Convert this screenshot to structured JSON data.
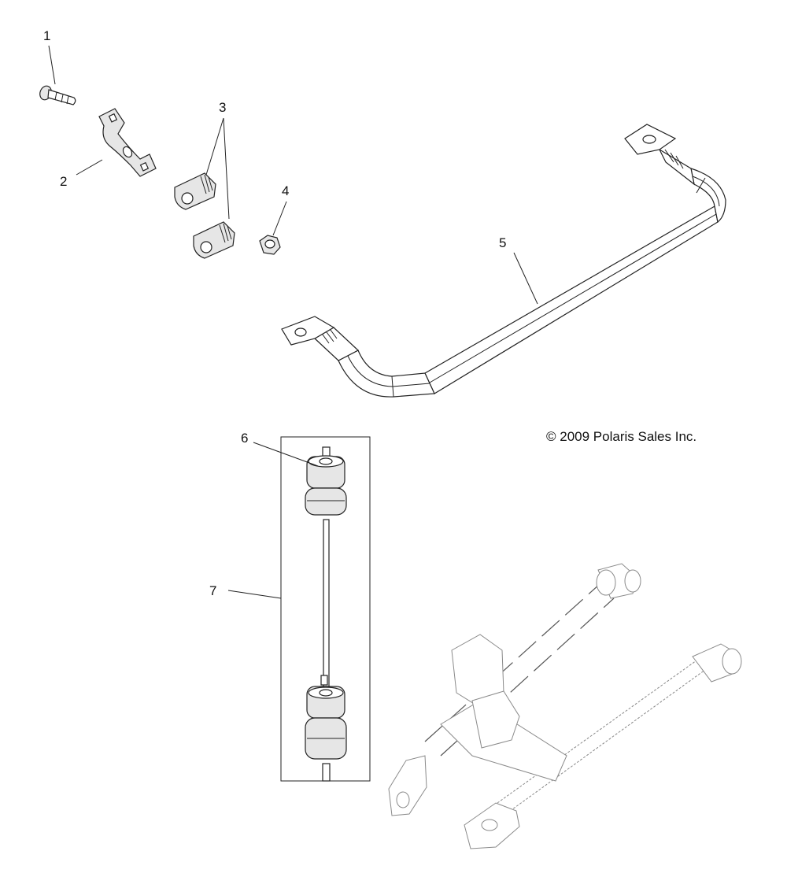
{
  "callouts": {
    "c1": "1",
    "c2": "2",
    "c3": "3",
    "c4": "4",
    "c5": "5",
    "c6": "6",
    "c7": "7"
  },
  "copyright": "© 2009 Polaris Sales Inc.",
  "parts": {
    "p1": "bolt-icon",
    "p2": "bracket-icon",
    "p3": "bushing-icon",
    "p4": "nut-icon",
    "p5": "stabilizer-bar-icon",
    "p6": "link-bushing-icon",
    "p7": "link-rod-icon"
  }
}
